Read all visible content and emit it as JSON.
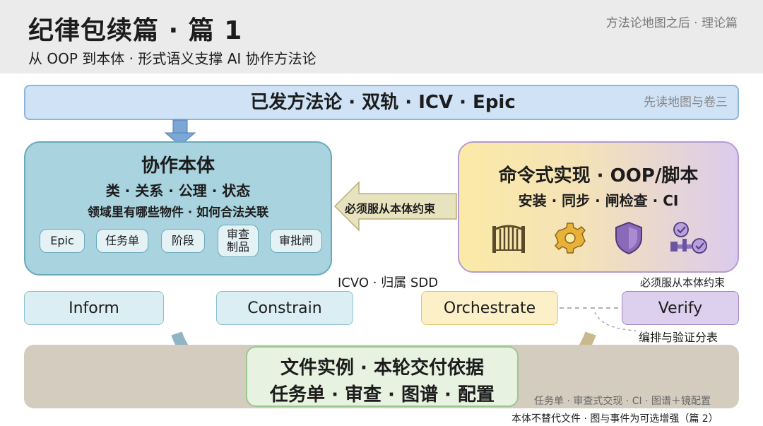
{
  "header": {
    "title": "纪律包续篇 · 篇 1",
    "subtitle": "从 OOP 到本体 · 形式语义支撑 AI 协作方法论",
    "tag": "方法论地图之后 · 理论篇"
  },
  "banner": {
    "title": "已发方法论 · 双轨 · ICV · Epic",
    "note": "先读地图与卷三"
  },
  "ontology": {
    "title": "协作本体",
    "line1": "类 · 关系 · 公理 · 状态",
    "line2": "领域里有哪些物件 · 如何合法关联",
    "chips": [
      "Epic",
      "任务单",
      "阶段",
      "审查制品",
      "审批闸"
    ]
  },
  "imperative": {
    "title": "命令式实现 · OOP/脚本",
    "line1": "安装 · 同步 · 闸检查 · CI",
    "icons": [
      "gate-icon",
      "gear-icon",
      "shield-icon",
      "check-flow-icon"
    ]
  },
  "arrow_label": "必须服从本体约束",
  "arrow_label_2": "必须服从本体约束",
  "icvo_label": "ICVO · 归属 SDD",
  "pills": {
    "inform": "Inform",
    "constrain": "Constrain",
    "orchestrate": "Orchestrate",
    "verify": "Verify"
  },
  "split_note": "编排与验证分表",
  "bottom": {
    "title": "文件实例 · 本轮交付依据",
    "line1": "任务单 · 审查 · 图谱 · 配置",
    "note": "任务单 · 审查式交现 · CI · 图谱＋镜配置"
  },
  "footnote": "本体不替代文件 · 图与事件为可选增强（篇 2）",
  "colors": {
    "ontology_fill": "#a9d3de",
    "imperative_gold": "#fbeaa6",
    "imperative_violet": "#dccbec",
    "banner_fill": "#cfe2f6",
    "bottom_fill": "#d4cdbf",
    "file_fill": "#e7f2e0"
  }
}
